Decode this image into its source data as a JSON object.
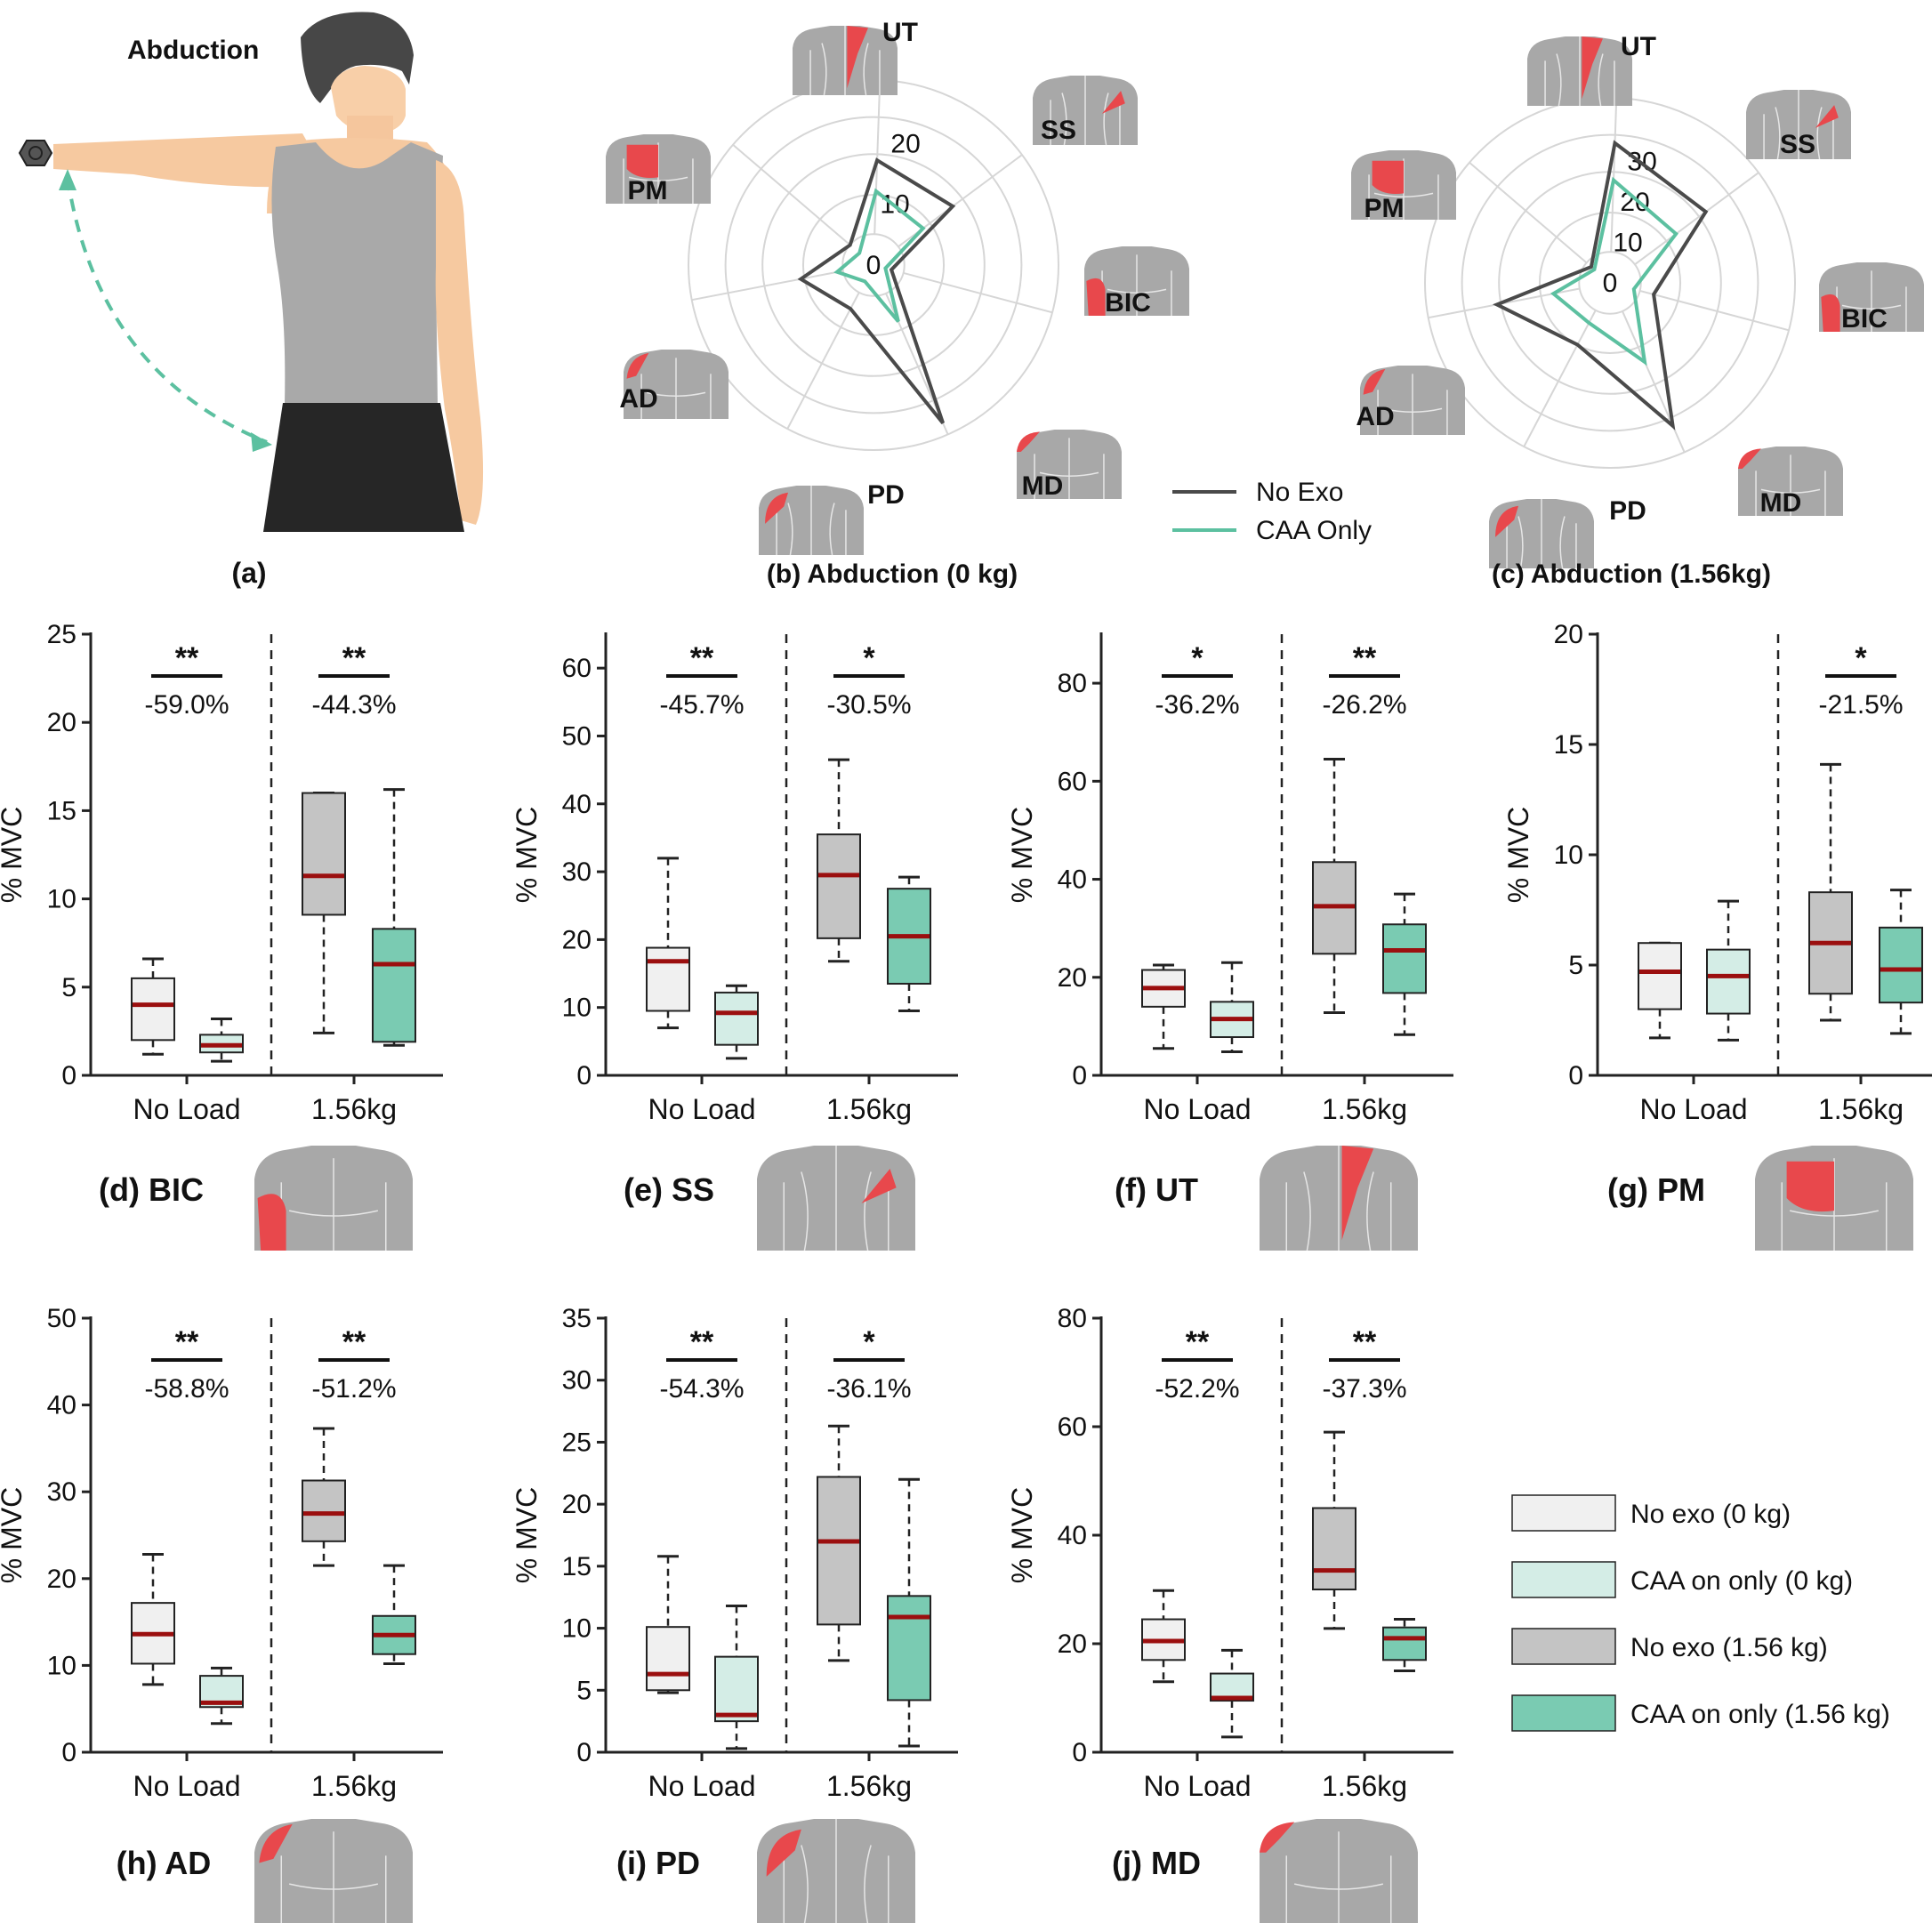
{
  "panels": {
    "a": {
      "caption": "(a)",
      "title": "Abduction"
    },
    "b": {
      "caption": "(b) Abduction (0 kg)"
    },
    "c": {
      "caption": "(c) Abduction (1.56kg)"
    }
  },
  "radar_legend": [
    "No Exo",
    "CAA Only"
  ],
  "box_legend": [
    "No exo (0 kg)",
    "CAA on only (0 kg)",
    "No exo (1.56 kg)",
    "CAA on only (1.56 kg)"
  ],
  "colors": {
    "no_exo": "#4a4a4a",
    "caa_only": "#5cc0a0",
    "box_noexo_0": "#f0f0f0",
    "box_caa_0": "#d4ede6",
    "box_noexo_156": "#c4c4c4",
    "box_caa_156": "#7acbb2",
    "median": "#9b0f0f",
    "highlight": "#e8484c",
    "body_gray": "#a8a8a8"
  },
  "chart_data": [
    {
      "type": "radar",
      "caption": "(b) Abduction (0 kg)",
      "axes": [
        "UT",
        "SS",
        "BIC",
        "MD",
        "PD",
        "AD",
        "PM"
      ],
      "ticks": [
        0,
        10,
        20
      ],
      "rmax": 30,
      "series": [
        {
          "name": "No Exo",
          "values": [
            17,
            16,
            3,
            28,
            8,
            12,
            5
          ]
        },
        {
          "name": "CAA Only",
          "values": [
            12,
            10,
            2,
            10,
            3,
            6,
            3
          ]
        }
      ]
    },
    {
      "type": "radar",
      "caption": "(c) Abduction (1.56kg)",
      "axes": [
        "UT",
        "SS",
        "BIC",
        "MD",
        "PD",
        "AD",
        "PM"
      ],
      "ticks": [
        0,
        10,
        20,
        30
      ],
      "rmax": 45,
      "series": [
        {
          "name": "No Exo",
          "values": [
            34,
            29,
            11,
            38,
            17,
            28,
            6
          ]
        },
        {
          "name": "CAA Only",
          "values": [
            25,
            20,
            6,
            21,
            11,
            14,
            5
          ]
        }
      ]
    },
    {
      "type": "box",
      "caption": "(d) BIC",
      "muscle": "BIC",
      "ylabel": "% MVC",
      "ylim": [
        0,
        25
      ],
      "yticks": [
        0,
        5,
        10,
        15,
        20,
        25
      ],
      "categories": [
        "No Load",
        "1.56kg"
      ],
      "groups": [
        {
          "stars": "**",
          "change": "-59.0%"
        },
        {
          "stars": "**",
          "change": "-44.3%"
        }
      ],
      "boxes": [
        {
          "whislo": 1.2,
          "q1": 2.0,
          "med": 4.0,
          "q3": 5.5,
          "whishi": 6.6
        },
        {
          "whislo": 0.8,
          "q1": 1.3,
          "med": 1.7,
          "q3": 2.3,
          "whishi": 3.2
        },
        {
          "whislo": 2.4,
          "q1": 9.1,
          "med": 11.3,
          "q3": 16.0,
          "whishi": 16.0
        },
        {
          "whislo": 1.7,
          "q1": 1.9,
          "med": 6.3,
          "q3": 8.3,
          "whishi": 16.2
        }
      ]
    },
    {
      "type": "box",
      "caption": "(e) SS",
      "muscle": "SS",
      "ylabel": "% MVC",
      "ylim": [
        0,
        65
      ],
      "yticks": [
        0,
        10,
        20,
        30,
        40,
        50,
        60
      ],
      "categories": [
        "No Load",
        "1.56kg"
      ],
      "groups": [
        {
          "stars": "**",
          "change": "-45.7%"
        },
        {
          "stars": "*",
          "change": "-30.5%"
        }
      ],
      "boxes": [
        {
          "whislo": 7.0,
          "q1": 9.5,
          "med": 16.8,
          "q3": 18.8,
          "whishi": 32.0
        },
        {
          "whislo": 2.5,
          "q1": 4.5,
          "med": 9.2,
          "q3": 12.2,
          "whishi": 13.2
        },
        {
          "whislo": 16.8,
          "q1": 20.2,
          "med": 29.5,
          "q3": 35.5,
          "whishi": 46.5
        },
        {
          "whislo": 9.5,
          "q1": 13.5,
          "med": 20.5,
          "q3": 27.5,
          "whishi": 29.2
        }
      ]
    },
    {
      "type": "box",
      "caption": "(f) UT",
      "muscle": "UT",
      "ylabel": "% MVC",
      "ylim": [
        0,
        90
      ],
      "yticks": [
        0,
        20,
        40,
        60,
        80
      ],
      "categories": [
        "No Load",
        "1.56kg"
      ],
      "groups": [
        {
          "stars": "*",
          "change": "-36.2%"
        },
        {
          "stars": "**",
          "change": "-26.2%"
        }
      ],
      "boxes": [
        {
          "whislo": 5.5,
          "q1": 14.0,
          "med": 17.8,
          "q3": 21.5,
          "whishi": 22.5
        },
        {
          "whislo": 4.8,
          "q1": 7.8,
          "med": 11.5,
          "q3": 15.0,
          "whishi": 23.0
        },
        {
          "whislo": 12.8,
          "q1": 24.8,
          "med": 34.5,
          "q3": 43.5,
          "whishi": 64.5
        },
        {
          "whislo": 8.3,
          "q1": 16.8,
          "med": 25.5,
          "q3": 30.8,
          "whishi": 37.0
        }
      ]
    },
    {
      "type": "box",
      "caption": "(g) PM",
      "muscle": "PM",
      "ylabel": "% MVC",
      "ylim": [
        0,
        20
      ],
      "yticks": [
        0,
        5,
        10,
        15,
        20
      ],
      "categories": [
        "No Load",
        "1.56kg"
      ],
      "groups": [
        {
          "stars": "",
          "change": ""
        },
        {
          "stars": "*",
          "change": "-21.5%"
        }
      ],
      "boxes": [
        {
          "whislo": 1.7,
          "q1": 3.0,
          "med": 4.7,
          "q3": 6.0,
          "whishi": 6.0
        },
        {
          "whislo": 1.6,
          "q1": 2.8,
          "med": 4.5,
          "q3": 5.7,
          "whishi": 7.9
        },
        {
          "whislo": 2.5,
          "q1": 3.7,
          "med": 6.0,
          "q3": 8.3,
          "whishi": 14.1
        },
        {
          "whislo": 1.9,
          "q1": 3.3,
          "med": 4.8,
          "q3": 6.7,
          "whishi": 8.4
        }
      ]
    },
    {
      "type": "box",
      "caption": "(h) AD",
      "muscle": "AD",
      "ylabel": "% MVC",
      "ylim": [
        0,
        50
      ],
      "yticks": [
        0,
        10,
        20,
        30,
        40,
        50
      ],
      "categories": [
        "No Load",
        "1.56kg"
      ],
      "groups": [
        {
          "stars": "**",
          "change": "-58.8%"
        },
        {
          "stars": "**",
          "change": "-51.2%"
        }
      ],
      "boxes": [
        {
          "whislo": 7.8,
          "q1": 10.2,
          "med": 13.6,
          "q3": 17.2,
          "whishi": 22.8
        },
        {
          "whislo": 3.3,
          "q1": 5.2,
          "med": 5.7,
          "q3": 8.8,
          "whishi": 9.7
        },
        {
          "whislo": 21.5,
          "q1": 24.3,
          "med": 27.5,
          "q3": 31.3,
          "whishi": 37.3
        },
        {
          "whislo": 10.2,
          "q1": 11.3,
          "med": 13.5,
          "q3": 15.7,
          "whishi": 21.5
        }
      ]
    },
    {
      "type": "box",
      "caption": "(i) PD",
      "muscle": "PD",
      "ylabel": "% MVC",
      "ylim": [
        0,
        35
      ],
      "yticks": [
        0,
        5,
        10,
        15,
        20,
        25,
        30,
        35
      ],
      "categories": [
        "No Load",
        "1.56kg"
      ],
      "groups": [
        {
          "stars": "**",
          "change": "-54.3%"
        },
        {
          "stars": "*",
          "change": "-36.1%"
        }
      ],
      "boxes": [
        {
          "whislo": 4.8,
          "q1": 5.0,
          "med": 6.3,
          "q3": 10.1,
          "whishi": 15.8
        },
        {
          "whislo": 0.3,
          "q1": 2.5,
          "med": 3.0,
          "q3": 7.7,
          "whishi": 11.8
        },
        {
          "whislo": 7.4,
          "q1": 10.3,
          "med": 17.0,
          "q3": 22.2,
          "whishi": 26.3
        },
        {
          "whislo": 0.5,
          "q1": 4.2,
          "med": 10.9,
          "q3": 12.6,
          "whishi": 22.0
        }
      ]
    },
    {
      "type": "box",
      "caption": "(j) MD",
      "muscle": "MD",
      "ylabel": "% MVC",
      "ylim": [
        0,
        80
      ],
      "yticks": [
        0,
        20,
        40,
        60,
        80
      ],
      "categories": [
        "No Load",
        "1.56kg"
      ],
      "groups": [
        {
          "stars": "**",
          "change": "-52.2%"
        },
        {
          "stars": "**",
          "change": "-37.3%"
        }
      ],
      "boxes": [
        {
          "whislo": 13.0,
          "q1": 17.0,
          "med": 20.5,
          "q3": 24.5,
          "whishi": 29.8
        },
        {
          "whislo": 2.8,
          "q1": 9.5,
          "med": 10.0,
          "q3": 14.5,
          "whishi": 18.8
        },
        {
          "whislo": 22.8,
          "q1": 30.0,
          "med": 33.5,
          "q3": 45.0,
          "whishi": 59.0
        },
        {
          "whislo": 15.0,
          "q1": 17.0,
          "med": 21.0,
          "q3": 23.0,
          "whishi": 24.5
        }
      ]
    }
  ]
}
